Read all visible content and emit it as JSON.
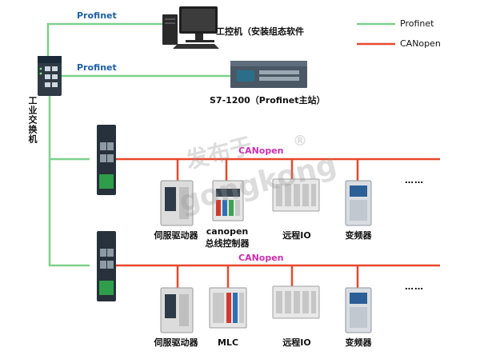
{
  "legend": {
    "profinet": {
      "label": "Profinet",
      "color": "#7ed08e"
    },
    "canopen": {
      "label": "CANopen",
      "color": "#e8482a"
    }
  },
  "switch": {
    "label": "工业交换机"
  },
  "profinet_links": [
    {
      "label": "Profinet",
      "device": "工控机（安装组态软件"
    },
    {
      "label": "Profinet",
      "device": "S7-1200（Profinet主站）"
    }
  ],
  "buses": [
    {
      "label": "CANopen",
      "ellipsis": "……",
      "devices": [
        "伺服驱动器",
        "canopen\n总线控制器",
        "远程IO",
        "变频器"
      ]
    },
    {
      "label": "CANopen",
      "ellipsis": "……",
      "devices": [
        "伺服驱动器",
        "MLC",
        "远程IO",
        "变频器"
      ]
    }
  ],
  "watermark": {
    "text1": "发布于",
    "text2": "gongkong",
    "mark": "®"
  }
}
